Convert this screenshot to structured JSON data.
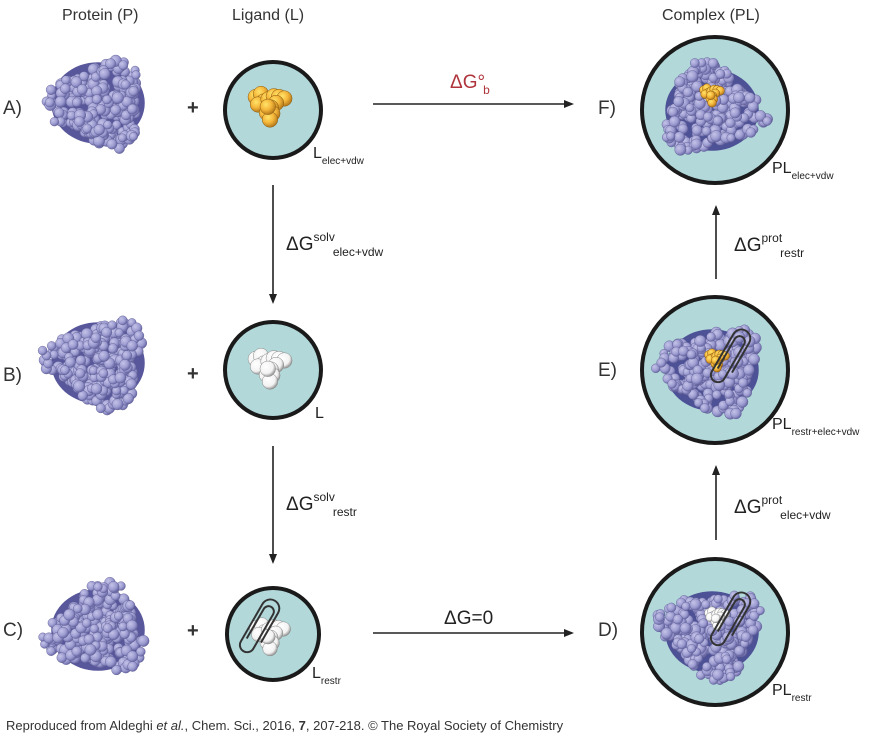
{
  "headers": {
    "protein": "Protein (P)",
    "ligand": "Ligand (L)",
    "complex": "Complex (PL)"
  },
  "rows": {
    "A": "A)",
    "B": "B)",
    "C": "C)",
    "D": "D)",
    "E": "E)",
    "F": "F)"
  },
  "plus_sign": "+",
  "states": {
    "A": {
      "base": "L",
      "sub": "elec+vdw",
      "ligand_color": "orange",
      "restrained": false
    },
    "B": {
      "base": "L",
      "sub": "",
      "ligand_color": "white",
      "restrained": false
    },
    "C": {
      "base": "L",
      "sub": "restr",
      "ligand_color": "white",
      "restrained": true
    },
    "D": {
      "base": "PL",
      "sub": "restr",
      "ligand_color": "white",
      "restrained": true
    },
    "E": {
      "base": "PL",
      "sub": "restr+elec+vdw",
      "ligand_color": "orange",
      "restrained": true
    },
    "F": {
      "base": "PL",
      "sub": "elec+vdw",
      "ligand_color": "orange",
      "restrained": false
    }
  },
  "transitions": {
    "A_to_F": {
      "symbol": "ΔG°",
      "sup": "",
      "sub": "b",
      "color": "#b0343c"
    },
    "A_to_B": {
      "symbol": "ΔG",
      "sup": "solv",
      "sub": "elec+vdw"
    },
    "B_to_C": {
      "symbol": "ΔG",
      "sup": "solv",
      "sub": "restr"
    },
    "C_to_D": {
      "symbol": "ΔG=0",
      "sup": "",
      "sub": ""
    },
    "D_to_E": {
      "symbol": "ΔG",
      "sup": "prot",
      "sub": "elec+vdw"
    },
    "E_to_F": {
      "symbol": "ΔG",
      "sup": "prot",
      "sub": "restr"
    }
  },
  "colors": {
    "protein": "#9c9bd0",
    "protein_dark": "#3b3a8a",
    "solvent": "#b2d8da",
    "ligand_orange": "#f4b63a",
    "ligand_white": "#ffffff",
    "free_energy_accent": "#b0343c"
  },
  "caption": {
    "prefix": "Reproduced from Aldeghi ",
    "italic": "et al.",
    "middle": ", Chem. Sci., 2016, ",
    "bold": "7",
    "suffix": ", 207-218. © The Royal Society of Chemistry"
  }
}
